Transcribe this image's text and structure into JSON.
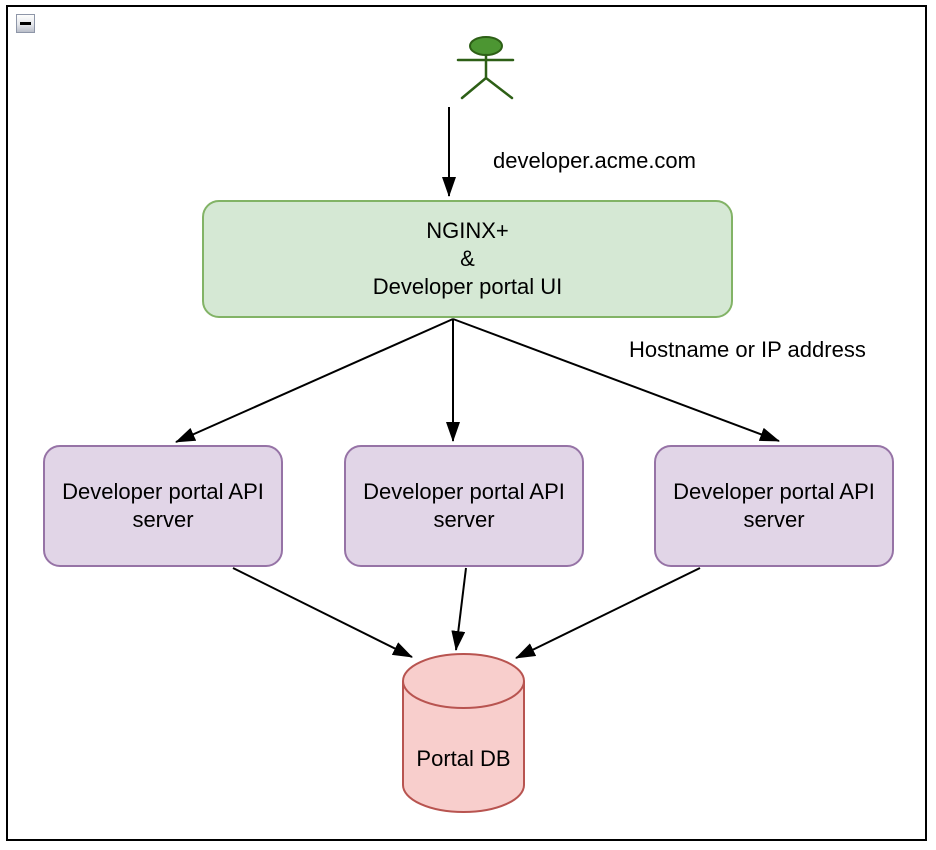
{
  "window": {
    "collapse_button": "collapse-group",
    "collapse_glyph": "minus"
  },
  "diagram": {
    "nodes": {
      "actor": "person-icon",
      "gateway": "NGINX+\n&\nDeveloper portal UI",
      "api_server_1": "Developer portal API\nserver",
      "api_server_2": "Developer portal API\nserver",
      "api_server_3": "Developer portal API\nserver",
      "database": "Portal DB"
    },
    "edge_labels": {
      "user_to_gateway": "developer.acme.com",
      "gateway_to_servers": "Hostname or IP address"
    },
    "colors": {
      "gateway_fill": "#d5e8d4",
      "gateway_stroke": "#82b366",
      "api_server_fill": "#e1d5e7",
      "api_server_stroke": "#9673a6",
      "database_fill": "#f8cecc",
      "database_stroke": "#b85450",
      "actor_fill": "#4c9632",
      "actor_stroke": "#2d5f16",
      "arrow": "#000000",
      "group_border": "#000000"
    }
  }
}
